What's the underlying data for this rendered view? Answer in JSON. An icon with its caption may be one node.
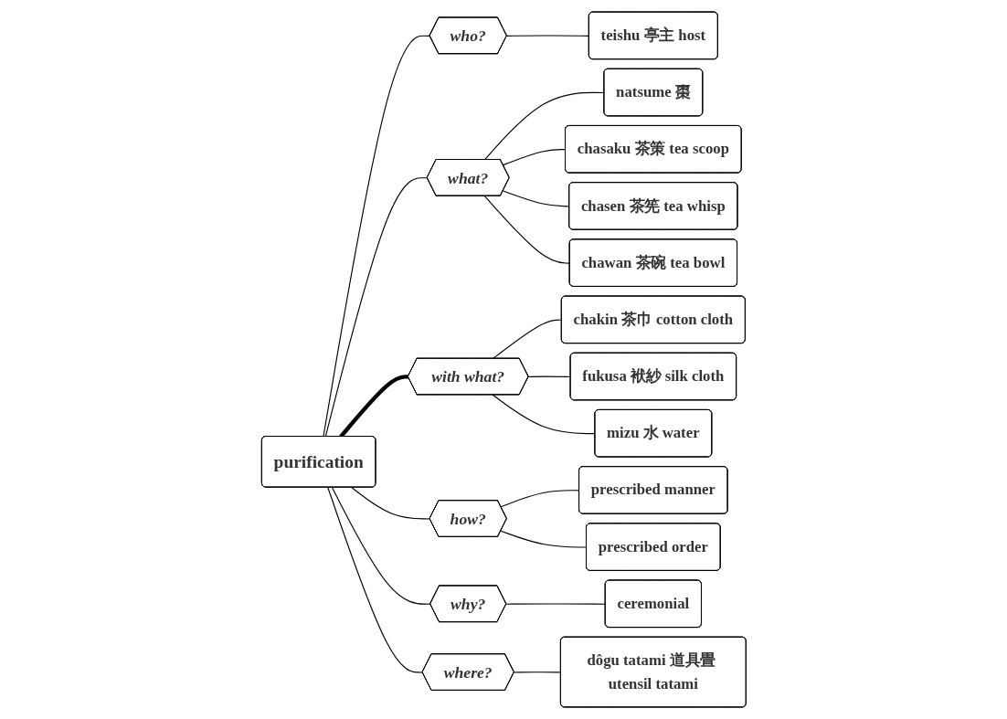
{
  "diagram": {
    "nodes": [
      {
        "text": [
          "purification"
        ]
      },
      {
        "text": [
          "who?"
        ]
      },
      {
        "text": [
          "teishu 亭主 host"
        ]
      },
      {
        "text": [
          "what?"
        ]
      },
      {
        "text": [
          "natsume 棗"
        ]
      },
      {
        "text": [
          "chasaku 茶策 tea scoop"
        ]
      },
      {
        "text": [
          "chasen 茶筅 tea whisp"
        ]
      },
      {
        "text": [
          "chawan 茶碗 tea bowl"
        ]
      },
      {
        "text": [
          "with what?"
        ]
      },
      {
        "text": [
          "chakin 茶巾 cotton cloth"
        ]
      },
      {
        "text": [
          "fukusa 袱紗 silk cloth"
        ]
      },
      {
        "text": [
          "mizu 水 water"
        ]
      },
      {
        "text": [
          "how?"
        ]
      },
      {
        "text": [
          "prescribed manner"
        ]
      },
      {
        "text": [
          "prescribed order"
        ]
      },
      {
        "text": [
          "why?"
        ]
      },
      {
        "text": [
          "ceremonial"
        ]
      },
      {
        "text": [
          "where?"
        ]
      },
      {
        "text": [
          "dôgu tatami 道具畳 utensil tatami"
        ]
      }
    ],
    "edges": [
      {
        "from": 0,
        "to": 1,
        "arrow": "none"
      },
      {
        "from": 1,
        "to": 2,
        "arrow": "none"
      },
      {
        "from": 0,
        "to": 3,
        "arrow": "none"
      },
      {
        "from": 3,
        "to": 4,
        "arrow": "none"
      },
      {
        "from": 3,
        "to": 5,
        "arrow": "none"
      },
      {
        "from": 3,
        "to": 6,
        "arrow": "none"
      },
      {
        "from": 3,
        "to": 7,
        "arrow": "none"
      },
      {
        "from": 0,
        "to": 8,
        "arrow": "none",
        "style": "thick"
      },
      {
        "from": 8,
        "to": 9,
        "arrow": "none"
      },
      {
        "from": 8,
        "to": 10,
        "arrow": "none"
      },
      {
        "from": 8,
        "to": 11,
        "arrow": "none"
      },
      {
        "from": 0,
        "to": 12,
        "arrow": "none"
      },
      {
        "from": 12,
        "to": 13,
        "arrow": "none"
      },
      {
        "from": 12,
        "to": 14,
        "arrow": "none"
      },
      {
        "from": 0,
        "to": 15,
        "arrow": "none"
      },
      {
        "from": 15,
        "to": 16,
        "arrow": "none"
      },
      {
        "from": 0,
        "to": 17,
        "arrow": "none"
      },
      {
        "from": 17,
        "to": 18,
        "arrow": "none"
      }
    ]
  }
}
